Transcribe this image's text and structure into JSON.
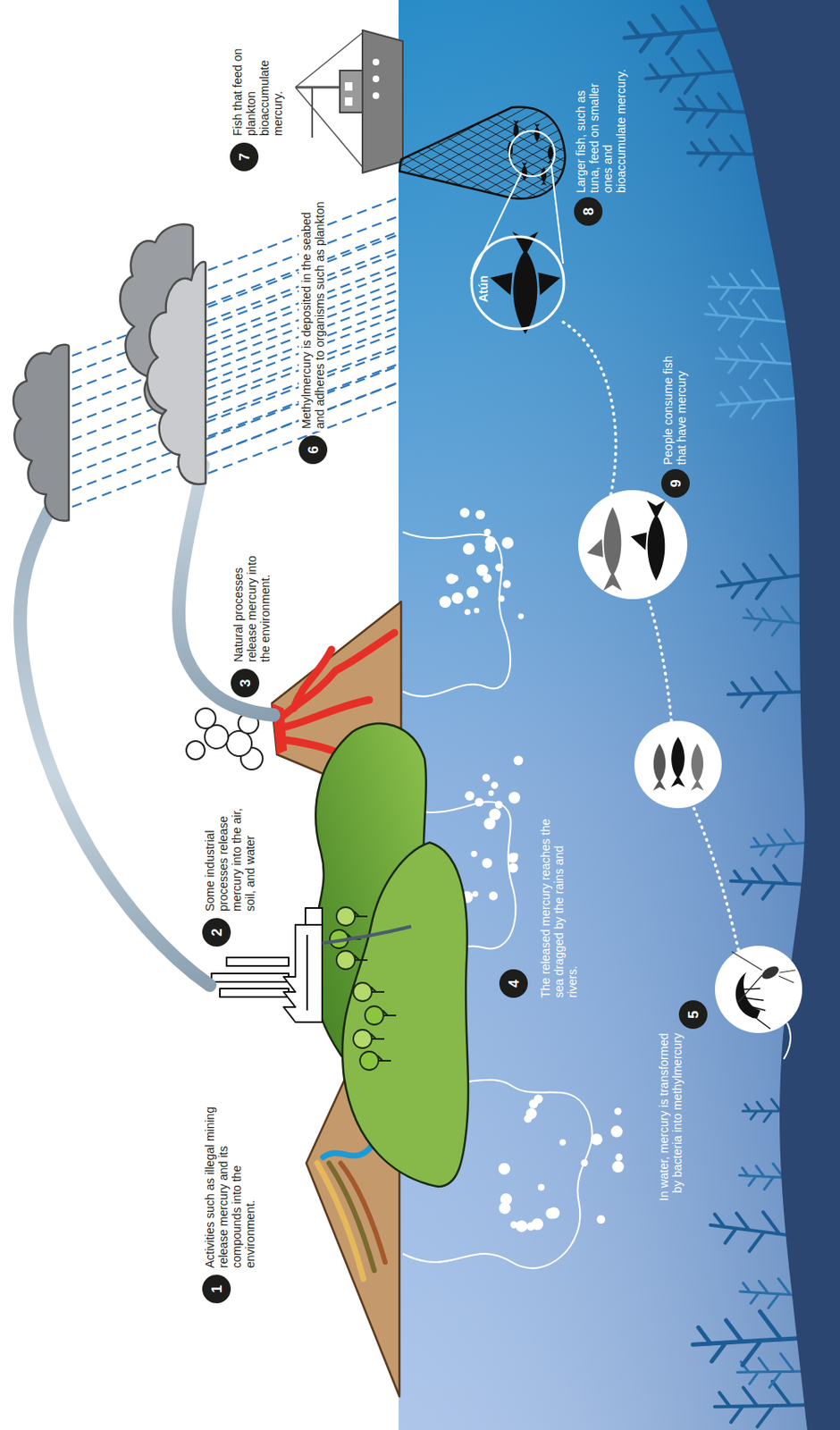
{
  "diagram": {
    "nodes": [
      {
        "text": [
          "1",
          "Activities such as illegal mining release mercury and its compounds into the environment."
        ]
      },
      {
        "text": [
          "2",
          "Some industrial processes release mercury into the air, soil, and water"
        ]
      },
      {
        "text": [
          "3",
          "Natural processes release mercury into the environment."
        ]
      },
      {
        "text": [
          "4",
          "The released mercury reaches the sea dragged by the rains and rivers."
        ]
      },
      {
        "text": [
          "5",
          "In water, mercury is transformed by bacteria into methylmercury"
        ]
      },
      {
        "text": [
          "6",
          "Methylmercury is deposited in the seabed and adheres to organisms such as plankton"
        ]
      },
      {
        "text": [
          "7",
          "Fish that feed on plankton bioaccumulate mercury."
        ]
      },
      {
        "text": [
          "Atún"
        ]
      },
      {
        "text": [
          "8",
          "Larger fish, such as tuna, feed on smaller ones and bioaccumulate mercury."
        ]
      },
      {
        "text": [
          "9",
          "People consume fish that have mercury"
        ]
      }
    ]
  }
}
